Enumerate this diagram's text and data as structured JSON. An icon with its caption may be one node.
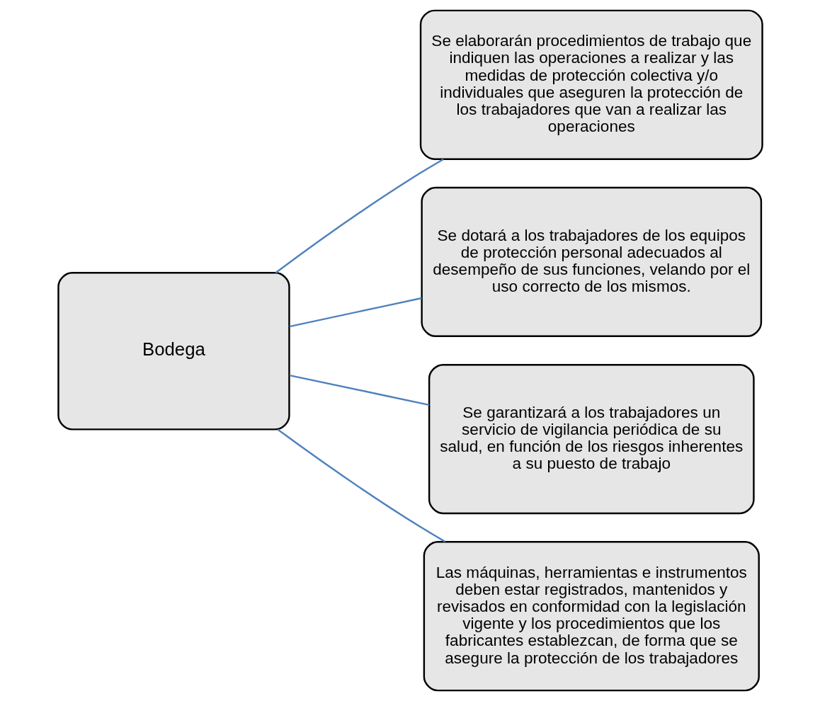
{
  "diagram": {
    "nodes": [
      {
        "text": [
          "Bodega"
        ]
      },
      {
        "text": [
          "Se elaborarán procedimientos de trabajo que indiquen las operaciones a realizar y las medidas de protección colectiva y/o individuales que aseguren la protección de los trabajadores que van a realizar las operaciones"
        ]
      },
      {
        "text": [
          "Se dotará a los trabajadores de los equipos de protección personal adecuados al desempeño de sus funciones, velando por el uso correcto de los mismos."
        ]
      },
      {
        "text": [
          "Se garantizará a los trabajadores un servicio de vigilancia periódica de su salud, en función de los riesgos inherentes a su puesto de trabajo"
        ]
      },
      {
        "text": [
          "Las máquinas, herramientas e instrumentos deben estar registrados, mantenidos y revisados en conformidad con la legislación vigente y los procedimientos que los fabricantes establezcan, de forma que se asegure la protección de los trabajadores"
        ]
      }
    ],
    "edges": [
      {
        "from": 0,
        "to": 1,
        "arrow": "none"
      },
      {
        "from": 0,
        "to": 2,
        "arrow": "none"
      },
      {
        "from": 0,
        "to": 3,
        "arrow": "none"
      },
      {
        "from": 0,
        "to": 4,
        "arrow": "none"
      }
    ]
  }
}
